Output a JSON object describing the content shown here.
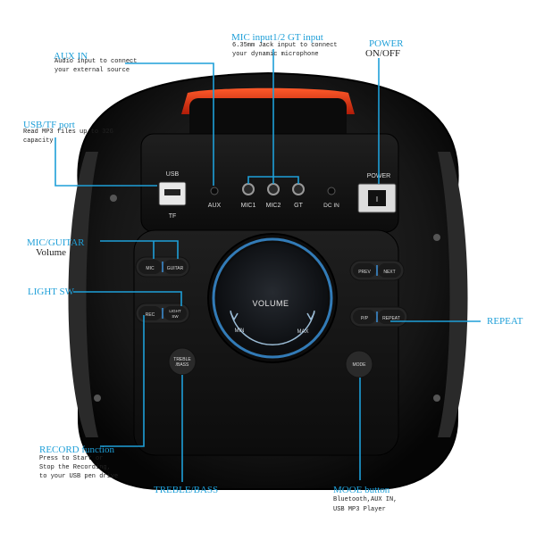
{
  "speaker_panel": {
    "usb_label": "USB",
    "tf_label": "TF",
    "aux_label": "AUX",
    "mic1_label": "MIC1",
    "mic2_label": "MIC2",
    "gt_label": "GT",
    "dcin_label": "DC IN",
    "power_label": "POWER",
    "power_switch_glyph": "I",
    "mic_btn_label": "MIC",
    "guitar_btn_label": "GUITAR",
    "rec_btn_label": "REC",
    "light_btn_label_1": "LIGHT",
    "light_btn_label_2": "SW",
    "treble_btn_label_1": "TREBLE",
    "treble_btn_label_2": "/BASS",
    "prev_btn_label": "PREV",
    "next_btn_label": "NEXT",
    "pp_btn_label": "P/P",
    "repeat_btn_label": "REPEAT",
    "mode_btn_label": "MODE",
    "volume_label": "VOLUME",
    "min_label": "MIN",
    "max_label": "MAX"
  },
  "callouts": {
    "aux_in": {
      "title": "AUX IN",
      "desc_1": "Audio input to connect",
      "desc_2": "your external source"
    },
    "mic_input": {
      "title": "MIC input1/2 GT input",
      "desc_1": "6.35mm Jack input to connect",
      "desc_2": "your dynamic microphone"
    },
    "power": {
      "title": "POWER",
      "sub": "ON/OFF"
    },
    "usb_tf": {
      "title": "USB/TF port",
      "desc_1": "Read MP3 files up to 32G",
      "desc_2": "capacity"
    },
    "mic_guitar": {
      "title": "MIC/GUITAR",
      "sub": "Volume"
    },
    "light_sw": {
      "title": "LIGHT SW"
    },
    "repeat": {
      "title": "REPEAT"
    },
    "record": {
      "title": "RECORD function",
      "desc_1": "Press to Start or",
      "desc_2": "Stop the Recording,",
      "desc_3": "to your USB pen drive"
    },
    "treble_bass": {
      "title": "TREBLE/BASS"
    },
    "mode": {
      "title": "MOOE button",
      "desc_1": "Bluetooth,AUX IN,",
      "desc_2": "USB MP3 Player"
    }
  },
  "colors": {
    "accent_line": "#1e9fd8",
    "handle_glow": "#e8381c",
    "ring_glow": "#3a8fd6",
    "body": "#141414"
  }
}
